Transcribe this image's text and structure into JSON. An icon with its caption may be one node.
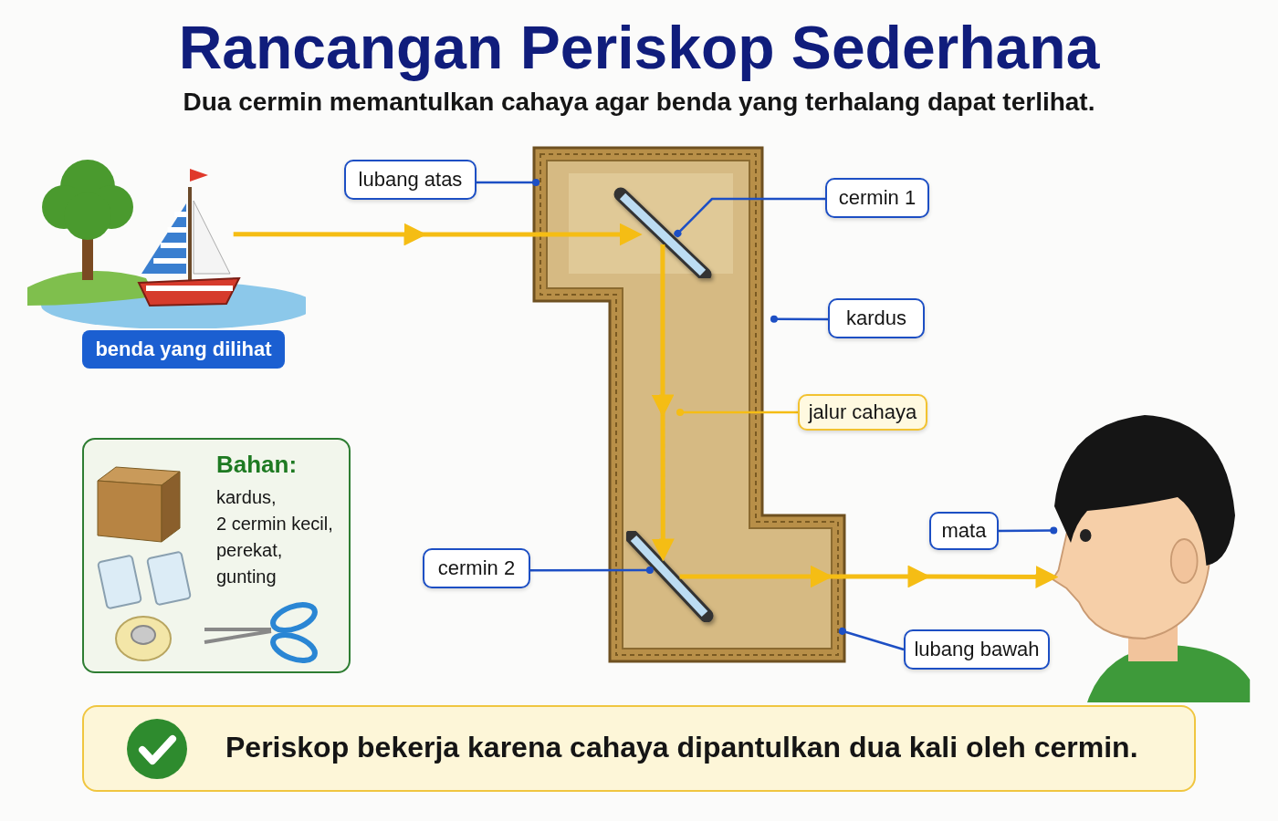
{
  "diagram": {
    "title": "Rancangan Periskop Sederhana",
    "nodes": [
      {
        "text": [],
        "shape": "picture"
      },
      {
        "text": [
          "benda yang dilihat"
        ]
      },
      {
        "text": [],
        "shape": "picture"
      },
      {
        "text": [],
        "shape": "picture",
        "in": 2
      },
      {
        "text": [],
        "shape": "picture",
        "in": 2
      },
      {
        "text": [],
        "shape": "person"
      },
      {
        "text": [
          "lubang atas"
        ]
      },
      {
        "text": [
          "cermin 1"
        ]
      },
      {
        "text": [
          "kardus"
        ]
      },
      {
        "text": [
          "jalur cahaya"
        ]
      },
      {
        "text": [
          "mata"
        ]
      },
      {
        "text": [
          "cermin 2"
        ]
      },
      {
        "text": [
          "lubang bawah"
        ]
      },
      {
        "text": [
          "Bahan:",
          "kardus,",
          "2 cermin kecil,",
          "perekat,",
          "gunting"
        ]
      },
      {
        "text": [
          "Periskop bekerja karena cahaya dipantulkan dua kali oleh cermin."
        ]
      }
    ],
    "edges": [
      {
        "from": 0,
        "to": 3,
        "arrow": "to",
        "style": "thick",
        "color": "#f5bd14"
      },
      {
        "from": 3,
        "to": 4,
        "arrow": "to",
        "style": "thick",
        "color": "#f5bd14"
      },
      {
        "from": 4,
        "to": 5,
        "arrow": "to",
        "style": "thick",
        "color": "#f5bd14"
      },
      {
        "from": 6,
        "to": 2,
        "arrow": "other"
      },
      {
        "from": 7,
        "to": 3,
        "arrow": "other"
      },
      {
        "from": 8,
        "to": 2,
        "arrow": "other"
      },
      {
        "from": 9,
        "to": null,
        "arrow": "other",
        "color": "#f5bd14"
      },
      {
        "from": 10,
        "to": 5,
        "arrow": "other"
      },
      {
        "from": 11,
        "to": 4,
        "arrow": "other"
      },
      {
        "from": 12,
        "to": 2,
        "arrow": "other"
      }
    ],
    "labels": [
      "Dua cermin memantulkan cahaya agar benda yang terhalang dapat terlihat."
    ]
  }
}
